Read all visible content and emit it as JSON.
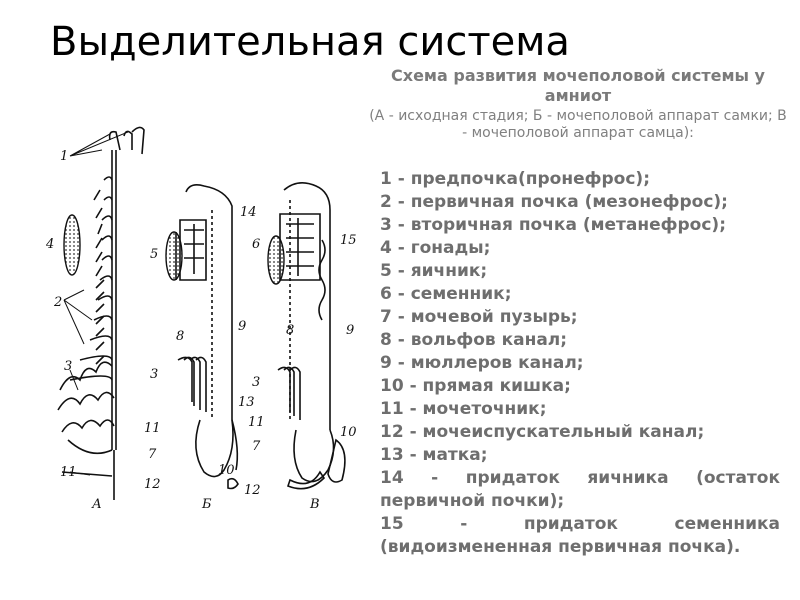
{
  "slide": {
    "title": "Выделительная система",
    "subtitle": "Схема развития мочеполовой системы у амниот",
    "subnote": "(А - исходная стадия; Б - мочеполовой аппарат самки; В - мочеполовой аппарат самца):",
    "legend": [
      "1 - предпочка(пронефрос);",
      "2 - первичная почка (мезонефрос);",
      "3 - вторичная почка (метанефрос);",
      "4 - гонады;",
      "5 - яичник;",
      "6 - семенник;",
      "7 - мочевой пузырь;",
      "8 - вольфов канал;",
      "9 - мюллеров канал;",
      "10 - прямая кишка;",
      "11 - мочеточник;",
      "12 - мочеиспускательный канал;",
      "13 - матка;",
      "14 - придаток яичника (остаток первичной почки);",
      "15 - придаток семенника (видоизмененная первичная почка)."
    ]
  },
  "figure": {
    "panel_labels": [
      "А",
      "Б",
      "В"
    ],
    "labels_a": [
      "1",
      "4",
      "2",
      "3",
      "11"
    ],
    "labels_b": [
      "14",
      "5",
      "8",
      "9",
      "3",
      "13",
      "11",
      "7",
      "10",
      "12"
    ],
    "labels_c": [
      "15",
      "6",
      "8",
      "9",
      "3",
      "11",
      "7",
      "10",
      "12"
    ]
  }
}
